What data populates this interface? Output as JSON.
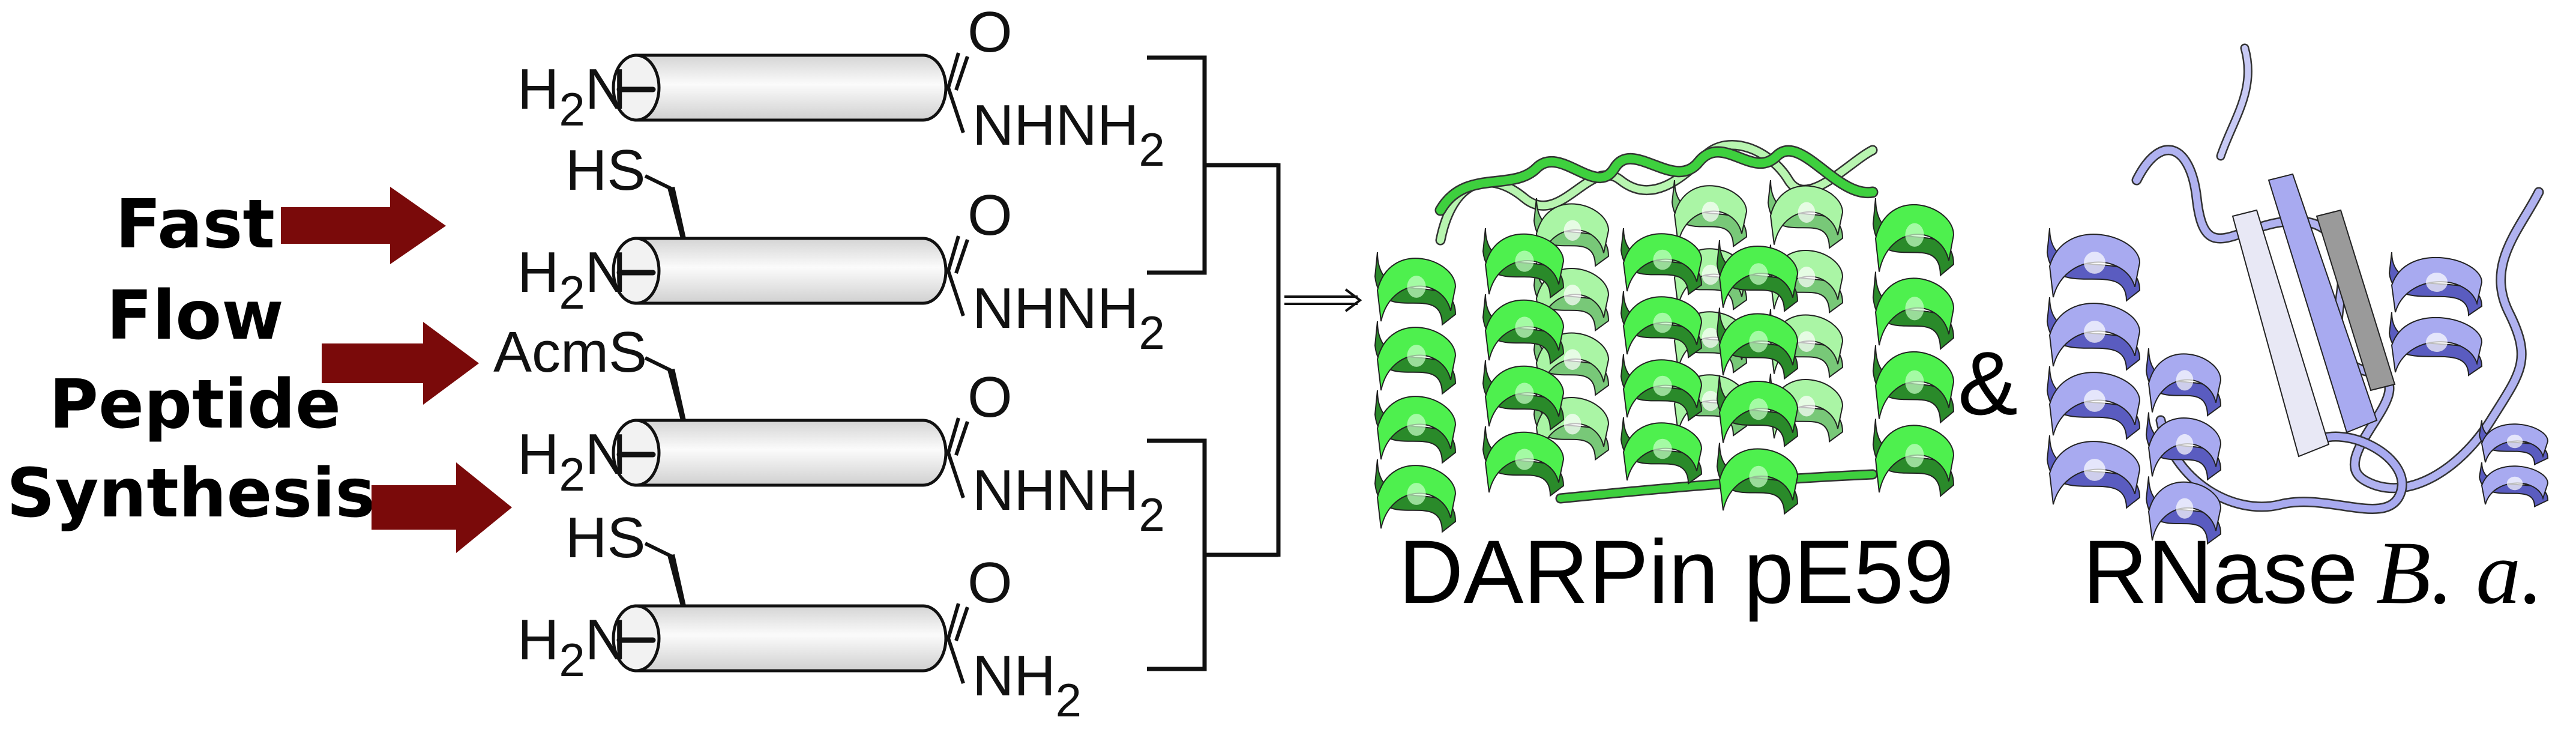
{
  "method_label": [
    "Fast",
    "Flow",
    "Peptide",
    "Synthesis"
  ],
  "colors": {
    "arrow": "#7a0a0a",
    "darpin": "#4cf04c",
    "rnase": "#a8aaf0"
  },
  "peptides": [
    {
      "n_term": "H",
      "n_sub": "2",
      "n_tail": "N",
      "side_chain": "",
      "c_o": "O",
      "c_term": "NHNH",
      "c_sub": "2"
    },
    {
      "n_term": "H",
      "n_sub": "2",
      "n_tail": "N",
      "side_chain": "HS",
      "c_o": "O",
      "c_term": "NHNH",
      "c_sub": "2"
    },
    {
      "n_term": "H",
      "n_sub": "2",
      "n_tail": "N",
      "side_chain": "AcmS",
      "c_o": "O",
      "c_term": "NHNH",
      "c_sub": "2"
    },
    {
      "n_term": "H",
      "n_sub": "2",
      "n_tail": "N",
      "side_chain": "HS",
      "c_o": "O",
      "c_term": "NH",
      "c_sub": "2"
    }
  ],
  "products": {
    "darpin_label": "DARPin pE59",
    "ampersand": "&",
    "rnase_label": "RNase",
    "rnase_species": "B. a."
  }
}
